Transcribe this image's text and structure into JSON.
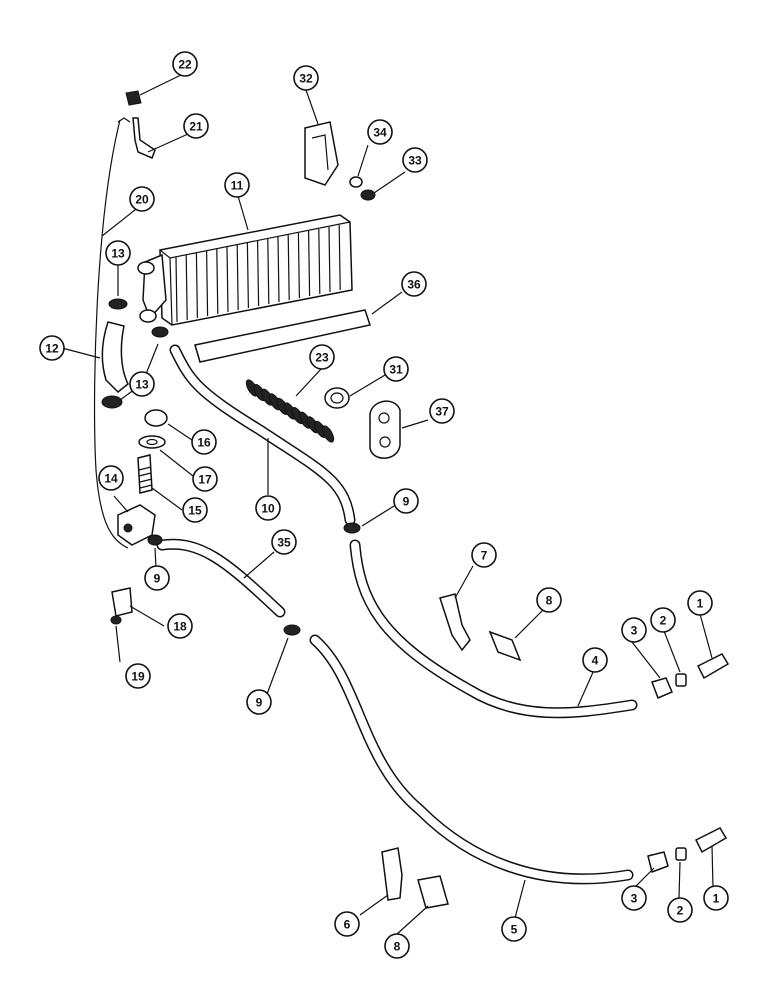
{
  "callouts": [
    {
      "id": "c22",
      "label": "22"
    },
    {
      "id": "c21",
      "label": "21"
    },
    {
      "id": "c20",
      "label": "20"
    },
    {
      "id": "c11",
      "label": "11"
    },
    {
      "id": "c13a",
      "label": "13"
    },
    {
      "id": "c12",
      "label": "12"
    },
    {
      "id": "c13b",
      "label": "13"
    },
    {
      "id": "c16",
      "label": "16"
    },
    {
      "id": "c17",
      "label": "17"
    },
    {
      "id": "c14",
      "label": "14"
    },
    {
      "id": "c15",
      "label": "15"
    },
    {
      "id": "c9a",
      "label": "9"
    },
    {
      "id": "c18",
      "label": "18"
    },
    {
      "id": "c19",
      "label": "19"
    },
    {
      "id": "c32",
      "label": "32"
    },
    {
      "id": "c34",
      "label": "34"
    },
    {
      "id": "c33",
      "label": "33"
    },
    {
      "id": "c36",
      "label": "36"
    },
    {
      "id": "c23",
      "label": "23"
    },
    {
      "id": "c31",
      "label": "31"
    },
    {
      "id": "c37",
      "label": "37"
    },
    {
      "id": "c10",
      "label": "10"
    },
    {
      "id": "c9b",
      "label": "9"
    },
    {
      "id": "c35",
      "label": "35"
    },
    {
      "id": "c9c",
      "label": "9"
    },
    {
      "id": "c7",
      "label": "7"
    },
    {
      "id": "c8a",
      "label": "8"
    },
    {
      "id": "c3a",
      "label": "3"
    },
    {
      "id": "c2a",
      "label": "2"
    },
    {
      "id": "c1a",
      "label": "1"
    },
    {
      "id": "c4",
      "label": "4"
    },
    {
      "id": "c6",
      "label": "6"
    },
    {
      "id": "c8b",
      "label": "8"
    },
    {
      "id": "c5",
      "label": "5"
    },
    {
      "id": "c3b",
      "label": "3"
    },
    {
      "id": "c2b",
      "label": "2"
    },
    {
      "id": "c1b",
      "label": "1"
    }
  ]
}
